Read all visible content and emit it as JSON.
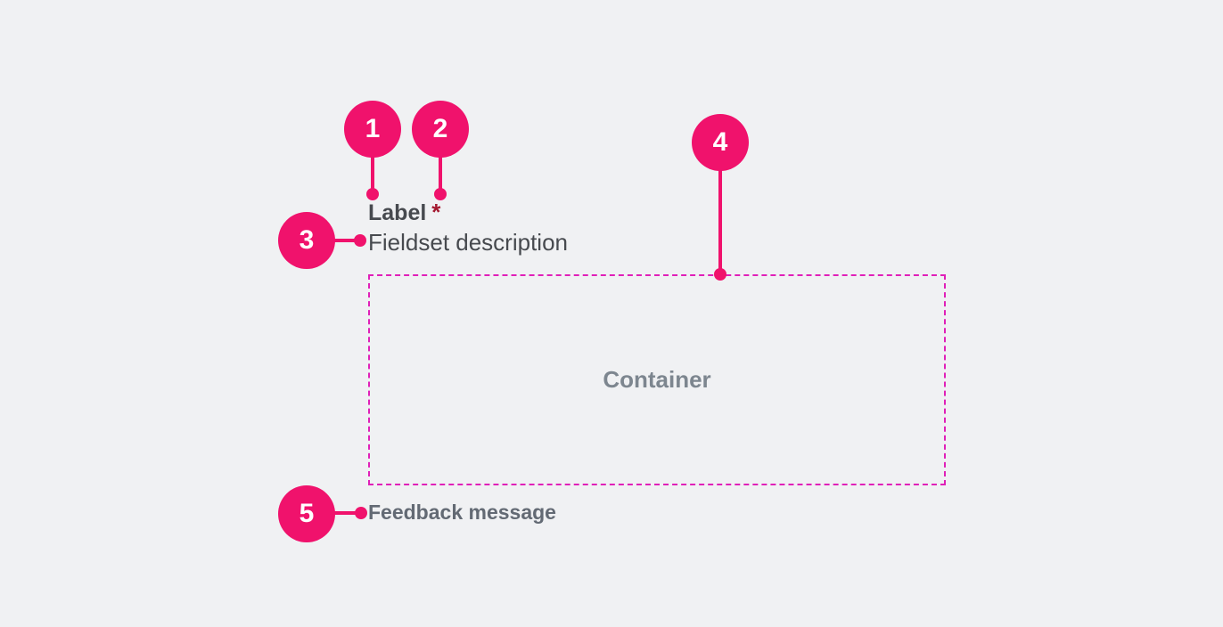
{
  "field": {
    "label": "Label",
    "required_marker": "*",
    "description": "Fieldset description",
    "container": "Container",
    "feedback": "Feedback message"
  },
  "callouts": [
    {
      "number": "1",
      "target": "label"
    },
    {
      "number": "2",
      "target": "required-marker"
    },
    {
      "number": "3",
      "target": "description"
    },
    {
      "number": "4",
      "target": "container"
    },
    {
      "number": "5",
      "target": "feedback"
    }
  ],
  "colors": {
    "callout": "#f0126c",
    "container_border": "#e020b8",
    "required": "#a3182f",
    "background": "#f0f1f3"
  }
}
